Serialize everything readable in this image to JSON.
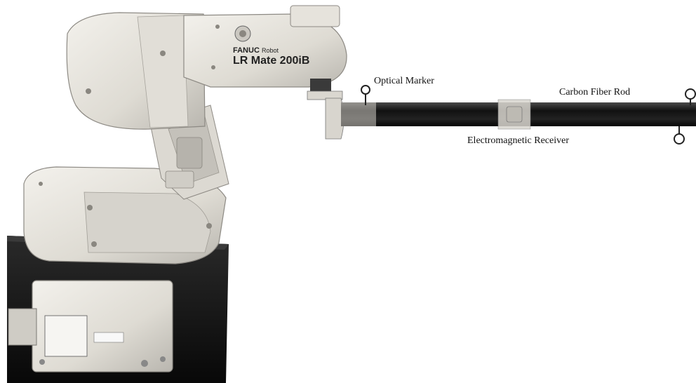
{
  "labels": {
    "optical_marker": "Optical Marker",
    "carbon_fiber_rod": "Carbon Fiber Rod",
    "electromagnetic_receiver": "Electromagnetic Receiver"
  },
  "robot_branding": {
    "maker": "FANUC",
    "maker_sub": "Robot",
    "model": "LR Mate 200iB"
  },
  "colors": {
    "robot_body": "#e9e6df",
    "robot_shadow": "#b8b5ae",
    "rod": "#1a1a1a",
    "table": "#121212"
  }
}
